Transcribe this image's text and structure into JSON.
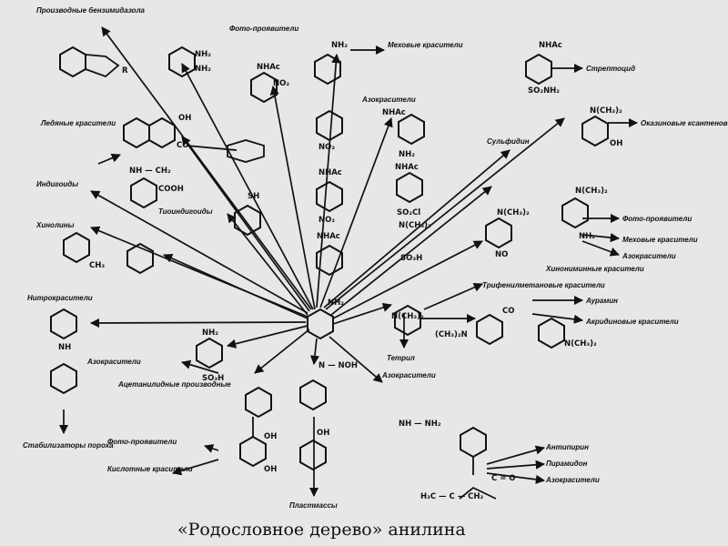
{
  "caption": "«Родословное дерево» анилина",
  "labels": {
    "photo_developers_top": "Фото-проявители",
    "benzimidazole_derivs": "Производные бензимидазола",
    "fur_dyes_top": "Меховые красители",
    "streptocide": "Стрептоцид",
    "azo_dyes_top": "Азокрасители",
    "ice_dyes": "Ледяные красители",
    "oxazine_dyes": "Оказиновые ксантеновые красители",
    "sulfanilamide": "Сульфидин",
    "indigo": "Индигоиды",
    "thioindigoids": "Тиоиндигоиды",
    "photo_developers_right": "Фото-проявители",
    "fur_dyes_right": "Меховые красители",
    "azo_dyes_right": "Азокрасители",
    "quinone_imine_dyes": "Хинониминные красители",
    "quinolines": "Хинолины",
    "nitro_dyes": "Нитрокрасители",
    "triphenylmethane_dyes": "Трифенилметановые красители",
    "auramine": "Аурамин",
    "acridine_dyes": "Акридиновые красители",
    "azo_dyes_left": "Азокрасители",
    "acetanilide_derivs": "Ацетанилидные производные",
    "tetryl": "Тетрил",
    "azo_dyes_mid": "Азокрасители",
    "stabilizers": "Стабилизаторы пороха",
    "antipyrine": "Антипирин",
    "pyramidon": "Пирамидон",
    "azo_dyes_lower": "Азокрасители",
    "photo_developers_low": "Фото-проявители",
    "acid_dyes": "Кислотные красители",
    "plastics": "Пластмассы"
  },
  "formulas": {
    "nh2": "NH₂",
    "nh2b": "NH₂",
    "nh2c": "NH₂",
    "nhac": "NHAc",
    "no2": "NO₂",
    "so2nh2": "SO₂NH₂",
    "so2cl": "SO₂Cl",
    "so3h": "SO₃H",
    "n_ch3_2": "N(CH₃)₂",
    "n_ch3_2b": "N(CH₃)₂",
    "n_ch3_2c": "N(CH₃)₂",
    "oh": "OH",
    "cooh": "COOH",
    "sh": "SH",
    "co": "CO",
    "nh_ch2": "NH — CH₂",
    "nh_nh2": "NH — NH₂",
    "n_nooh": "N — NOH",
    "ch3_2n": "(CH₃)₂N",
    "h3c_c_ch2": "H₃C — C — CH₂",
    "c_o": "C = O",
    "nh": "NH",
    "ch3": "CH₃",
    "no": "NO",
    "r": "R",
    "center_nh2": "NH₂"
  }
}
